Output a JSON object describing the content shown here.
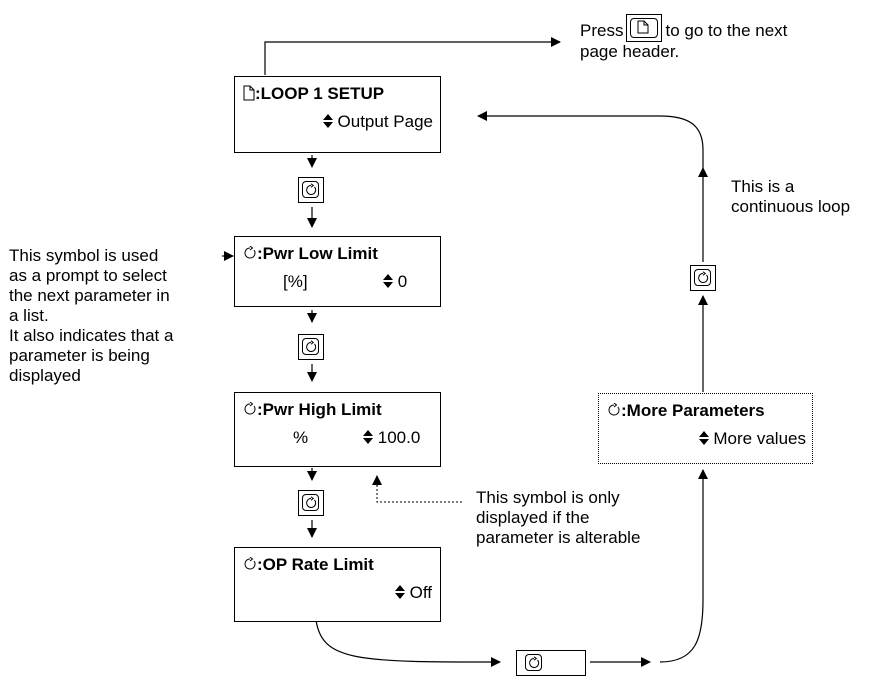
{
  "boxes": {
    "loop_setup": {
      "title": ":LOOP 1 SETUP",
      "value": "Output Page"
    },
    "pwr_low": {
      "title": ":Pwr Low Limit",
      "unit": "[%]",
      "value": "0"
    },
    "pwr_high": {
      "title": ":Pwr High Limit",
      "unit": "%",
      "value": "100.0"
    },
    "op_rate": {
      "title": ":OP Rate Limit",
      "value": "Off"
    },
    "more_params": {
      "title": ":More Parameters",
      "value": "More values"
    }
  },
  "notes": {
    "press_before": "Press",
    "press_after_1": "to go to the next",
    "press_after_2": "page header.",
    "loop_1": "This is a",
    "loop_2": "continuous loop",
    "prompt_1": "This symbol is used",
    "prompt_2": "as a prompt to select",
    "prompt_3": "the next parameter in",
    "prompt_4": "a list.",
    "prompt_5": "It also indicates that a",
    "prompt_6": "parameter is being",
    "prompt_7": "displayed",
    "alterable_1": "This symbol is only",
    "alterable_2": "displayed if the",
    "alterable_3": "parameter is alterable"
  },
  "icons": {
    "page": "page-icon",
    "scroll": "scroll-icon",
    "alter": "up-down-arrows-icon"
  }
}
